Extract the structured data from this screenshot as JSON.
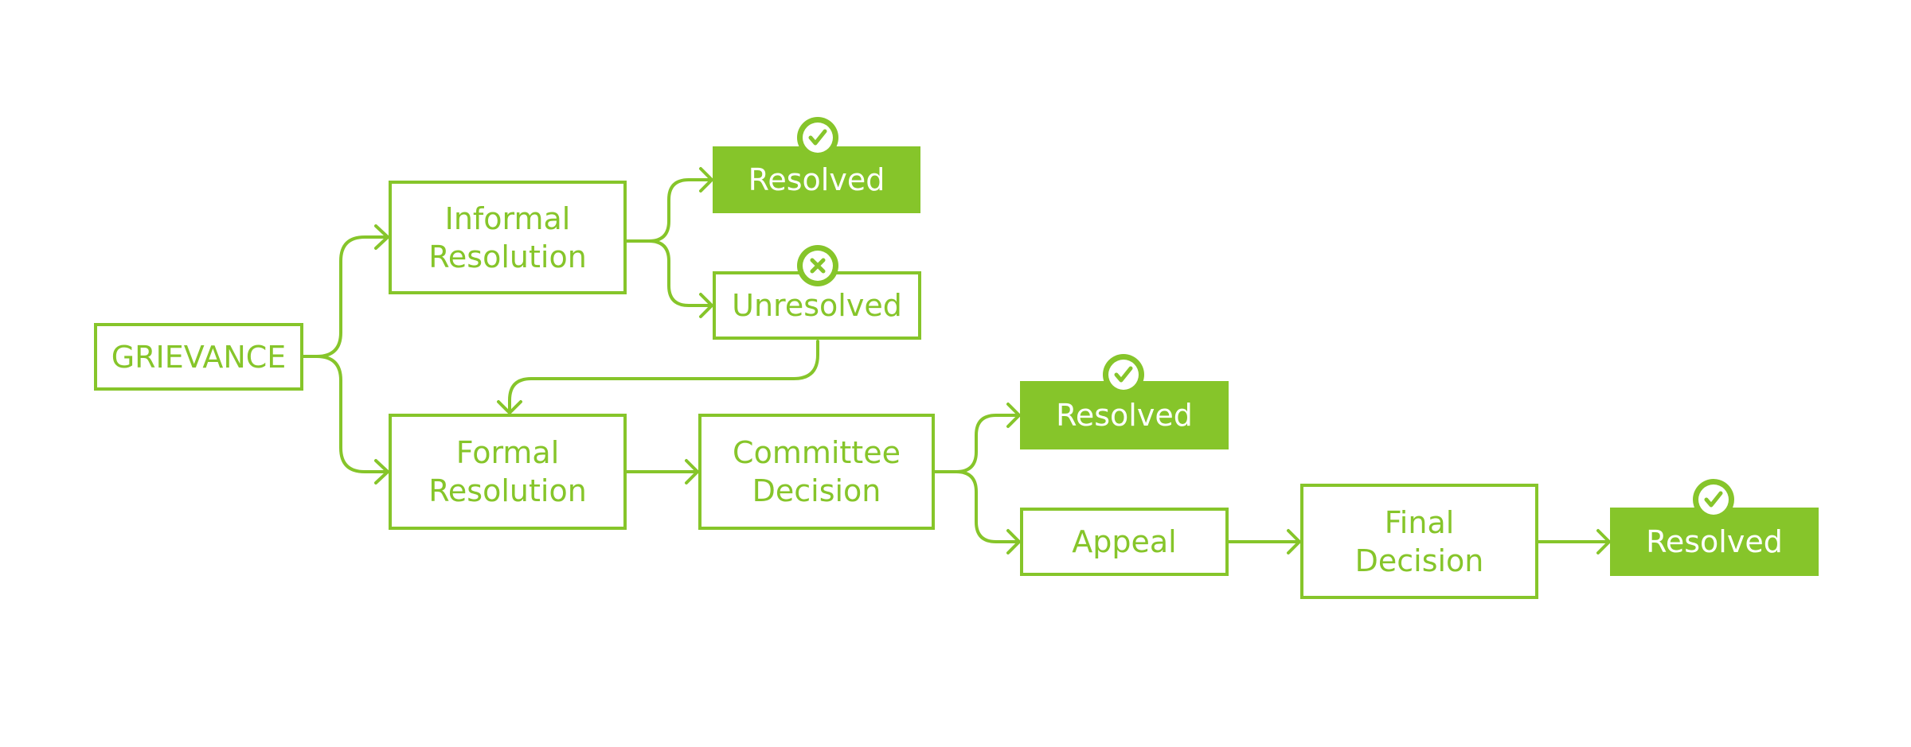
{
  "colors": {
    "accent": "#86c52a",
    "background": "#ffffff"
  },
  "nodes": {
    "grievance": "GRIEVANCE",
    "informal": "Informal Resolution",
    "resolved_1": "Resolved",
    "unresolved": "Unresolved",
    "formal": "Formal Resolution",
    "committee": "Committee Decision",
    "resolved_2": "Resolved",
    "appeal": "Appeal",
    "final": "Final Decision",
    "resolved_3": "Resolved"
  },
  "badges": {
    "resolved": "check-icon",
    "unresolved": "x-icon"
  }
}
